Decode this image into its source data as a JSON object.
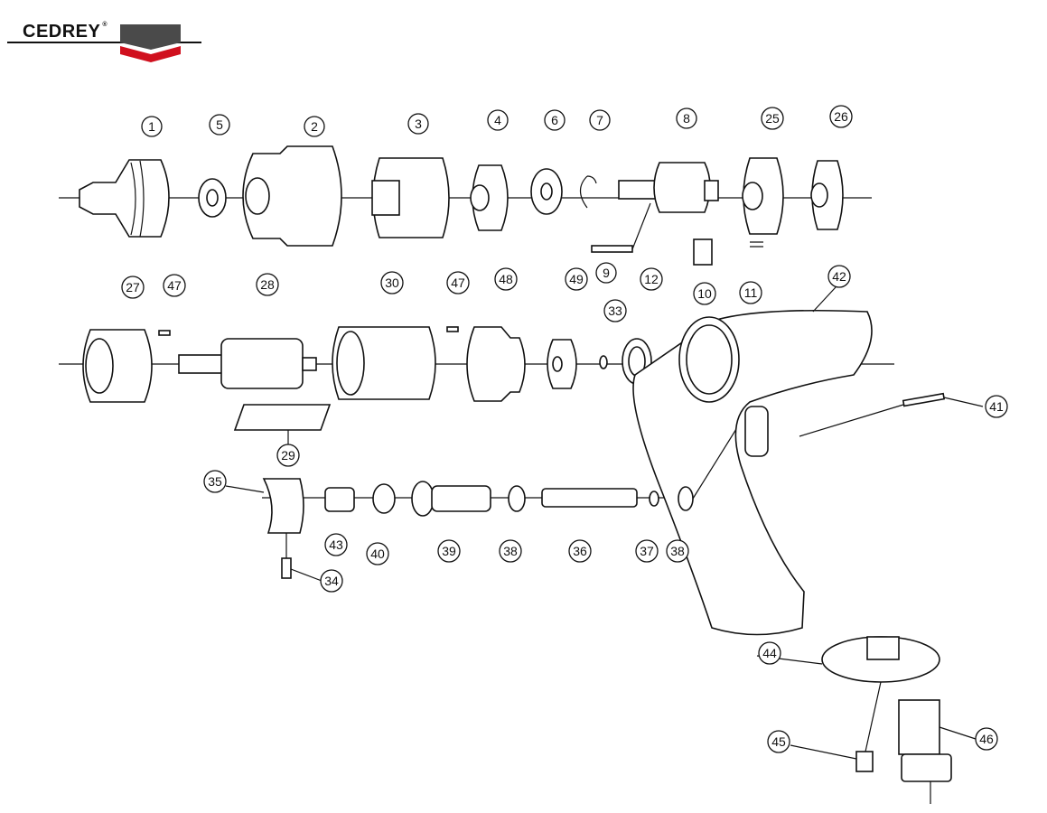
{
  "brand": {
    "name": "CEDREY",
    "registered": "®",
    "colors": {
      "dark": "#4a4a4a",
      "red": "#d0101e"
    }
  },
  "callouts": [
    "1",
    "5",
    "2",
    "3",
    "4",
    "6",
    "7",
    "8",
    "25",
    "26",
    "9",
    "10",
    "11",
    "27",
    "47",
    "28",
    "30",
    "47",
    "48",
    "49",
    "33",
    "12",
    "42",
    "41",
    "29",
    "35",
    "43",
    "40",
    "39",
    "38",
    "36",
    "37",
    "38",
    "34",
    "44",
    "45",
    "46"
  ]
}
